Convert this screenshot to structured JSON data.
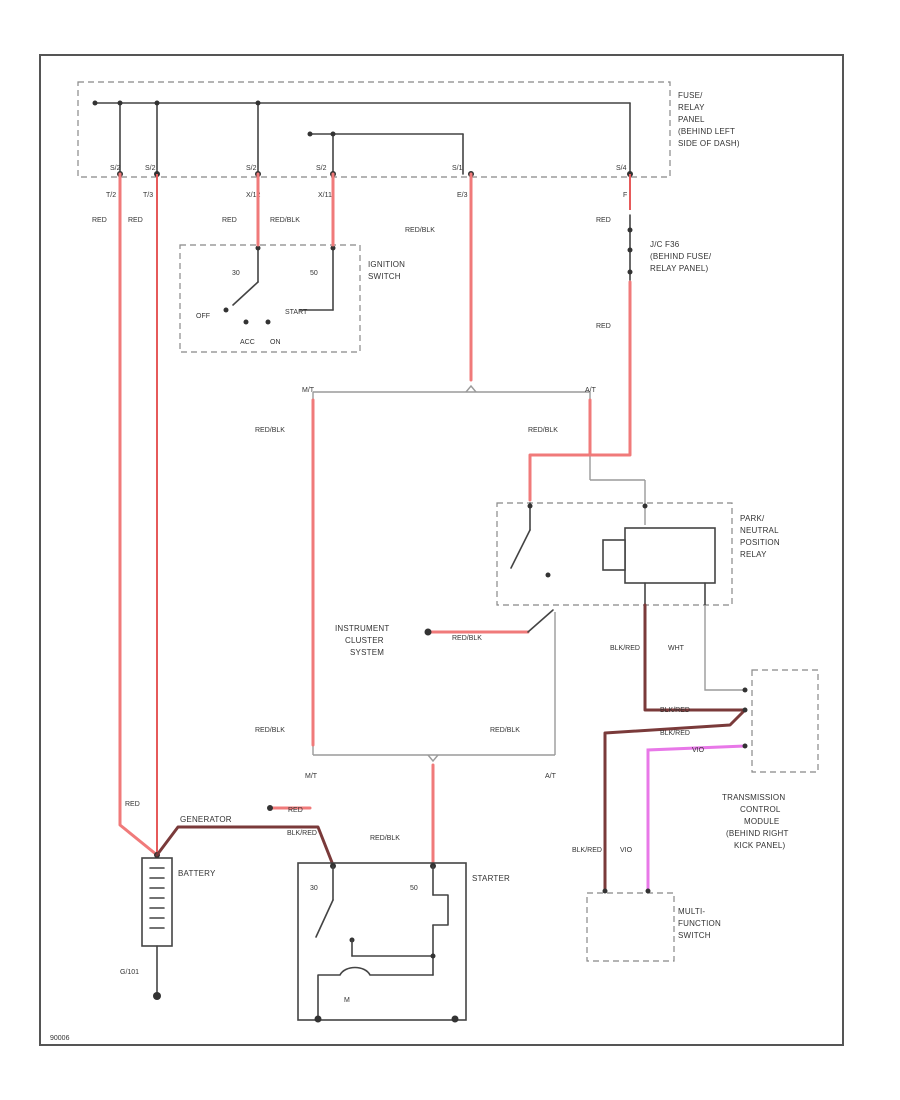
{
  "labels": {
    "fuse_panel": [
      "FUSE/",
      "RELAY",
      "PANEL",
      "(BEHIND LEFT",
      "SIDE OF DASH)"
    ],
    "ignition_switch": [
      "IGNITION",
      "SWITCH"
    ],
    "ign_off": "OFF",
    "ign_start": "START",
    "ign_acc": "ACC",
    "ign_on": "ON",
    "ign_30": "30",
    "ign_50": "50",
    "fuse_link": [
      "J/C F36",
      "(BEHIND FUSE/",
      "RELAY PANEL)"
    ],
    "park_relay": [
      "PARK/",
      "NEUTRAL",
      "POSITION",
      "RELAY"
    ],
    "instrument_cluster": [
      "INSTRUMENT",
      "CLUSTER",
      "SYSTEM"
    ],
    "tcm": [
      "TRANSMISSION",
      "CONTROL",
      "MODULE",
      "(BEHIND RIGHT",
      "KICK PANEL)"
    ],
    "mfs": [
      "MULTI-",
      "FUNCTION",
      "SWITCH"
    ],
    "battery": "BATTERY",
    "generator": "GENERATOR",
    "starter": "STARTER",
    "mt_bottom": "M/T",
    "at_bottom": "A/T",
    "mt_top": "M/T",
    "at_top": "A/T",
    "g": "G/101",
    "starter_30": "30",
    "starter_50": "50",
    "starter_m": "M",
    "pin_t": "T/2",
    "pin_t2": "T/3",
    "pin_x": "X/12",
    "pin_x2": "X/11",
    "pin_e": "E/3",
    "pin_f": "F",
    "top_pins": [
      "S/2",
      "S/2",
      "S/2",
      "S/2",
      "S/1",
      "S/4"
    ]
  },
  "wires": {
    "red": "RED",
    "red_blk": "RED/BLK",
    "blk_red": "BLK/RED",
    "wht": "WHT",
    "vio": "VIO",
    "blk_red_tcm": "BLK/RED",
    "blk_red_tcm2": "BLK/RED",
    "vio_tcm": "VIO"
  },
  "colors": {
    "red_wire": "#f07a7a",
    "dark_red_wire": "#7a3a3a",
    "violet_wire": "#e878e8"
  },
  "code": "90006"
}
